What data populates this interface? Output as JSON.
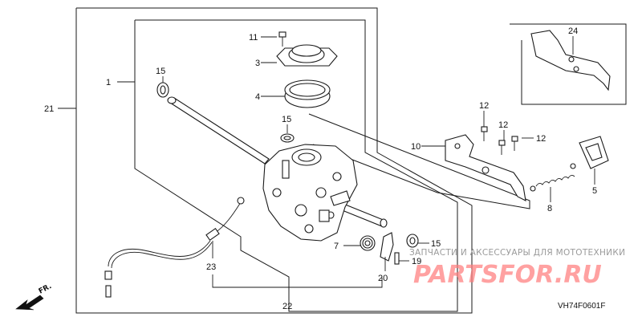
{
  "callouts": {
    "c1": "1",
    "c3": "3",
    "c4": "4",
    "c5": "5",
    "c7": "7",
    "c8": "8",
    "c10": "10",
    "c11": "11",
    "c12a": "12",
    "c12b": "12",
    "c12c": "12",
    "c15a": "15",
    "c15b": "15",
    "c15c": "15",
    "c19": "19",
    "c20": "20",
    "c21": "21",
    "c22": "22",
    "c23": "23",
    "c24": "24"
  },
  "diagram_code": "VH74F0601F",
  "direction_label": "FR.",
  "watermark": {
    "line1": "ЗАПЧАСТИ И АКСЕССУАРЫ ДЛЯ МОТОТЕХНИКИ",
    "line2": "PARTSFOR.RU"
  }
}
